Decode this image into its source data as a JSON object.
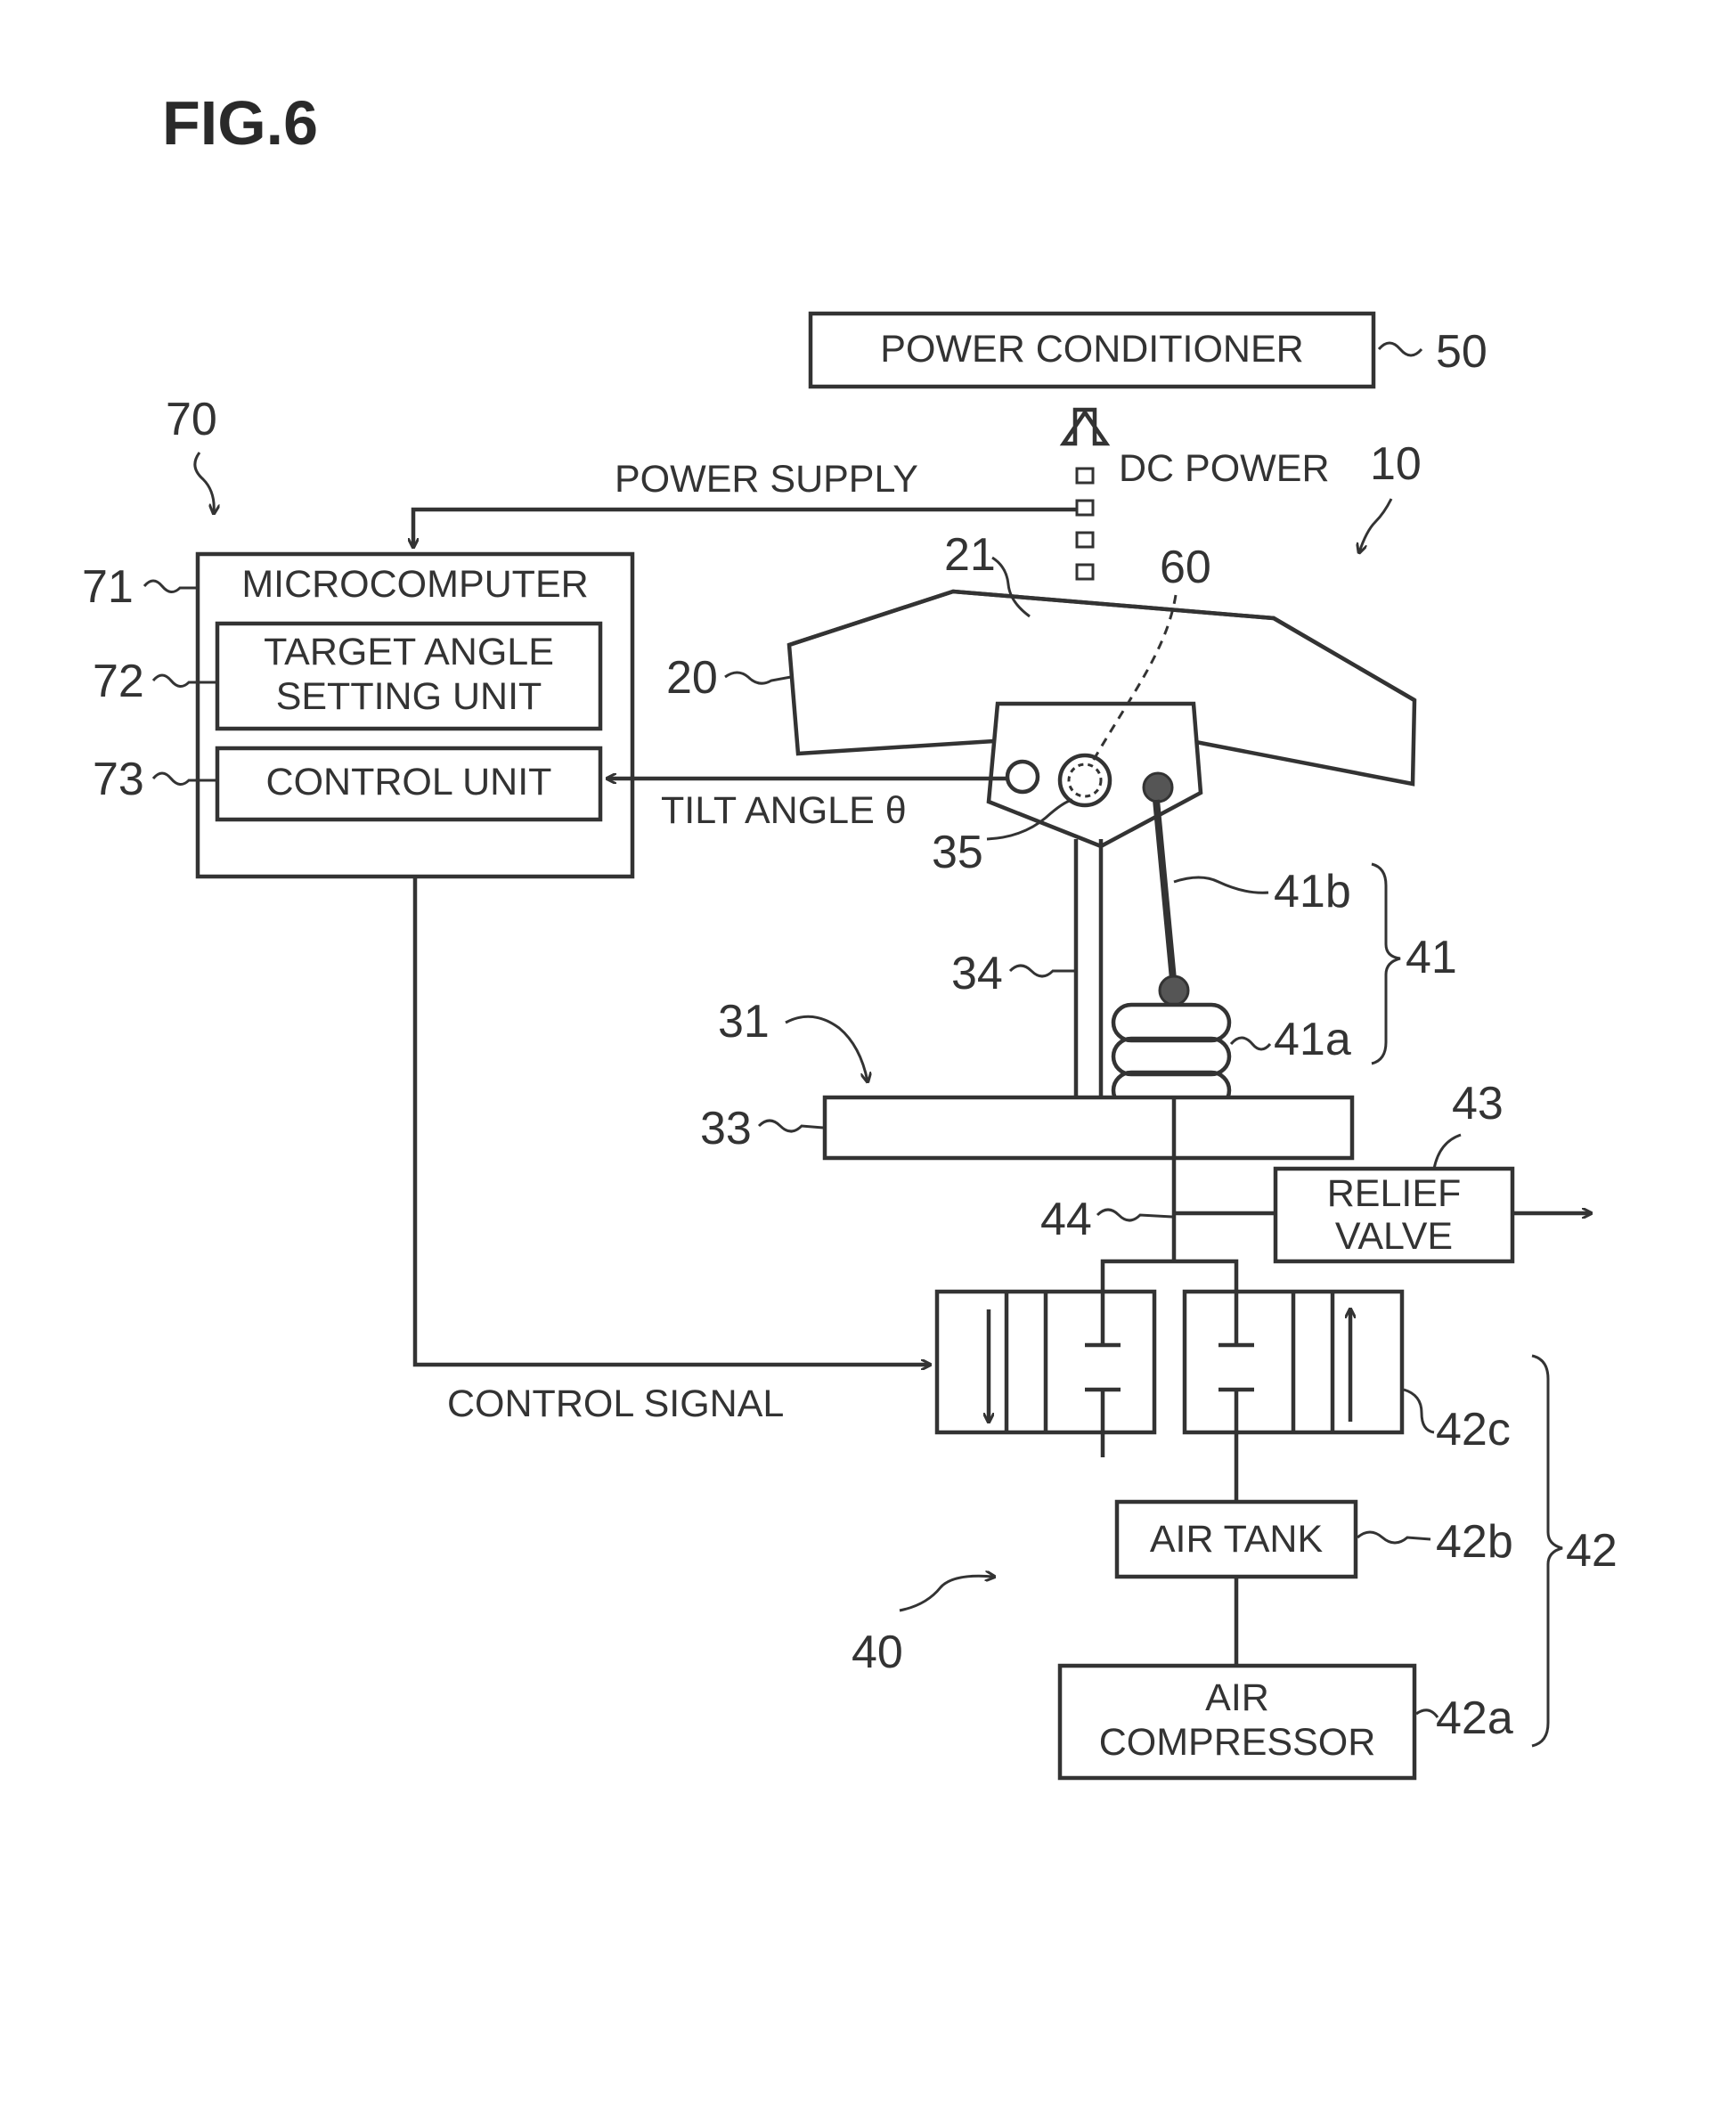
{
  "figure_label": "FIG.6",
  "blocks": {
    "power_conditioner": "POWER CONDITIONER",
    "microcomputer": "MICROCOMPUTER",
    "target_angle_line1": "TARGET ANGLE",
    "target_angle_line2": "SETTING UNIT",
    "control_unit": "CONTROL UNIT",
    "relief_valve_line1": "RELIEF",
    "relief_valve_line2": "VALVE",
    "air_tank": "AIR TANK",
    "air_compressor_line1": "AIR",
    "air_compressor_line2": "COMPRESSOR"
  },
  "signals": {
    "dc_power": "DC POWER",
    "power_supply": "POWER SUPPLY",
    "tilt_angle": "TILT ANGLE θ",
    "control_signal": "CONTROL SIGNAL"
  },
  "refs": {
    "r50": "50",
    "r10": "10",
    "r70": "70",
    "r71": "71",
    "r72": "72",
    "r73": "73",
    "r21": "21",
    "r60": "60",
    "r20": "20",
    "r35": "35",
    "r41b": "41b",
    "r41": "41",
    "r34": "34",
    "r41a": "41a",
    "r31": "31",
    "r33": "33",
    "r43": "43",
    "r44": "44",
    "r42c": "42c",
    "r42b": "42b",
    "r42": "42",
    "r40": "40",
    "r42a": "42a"
  }
}
